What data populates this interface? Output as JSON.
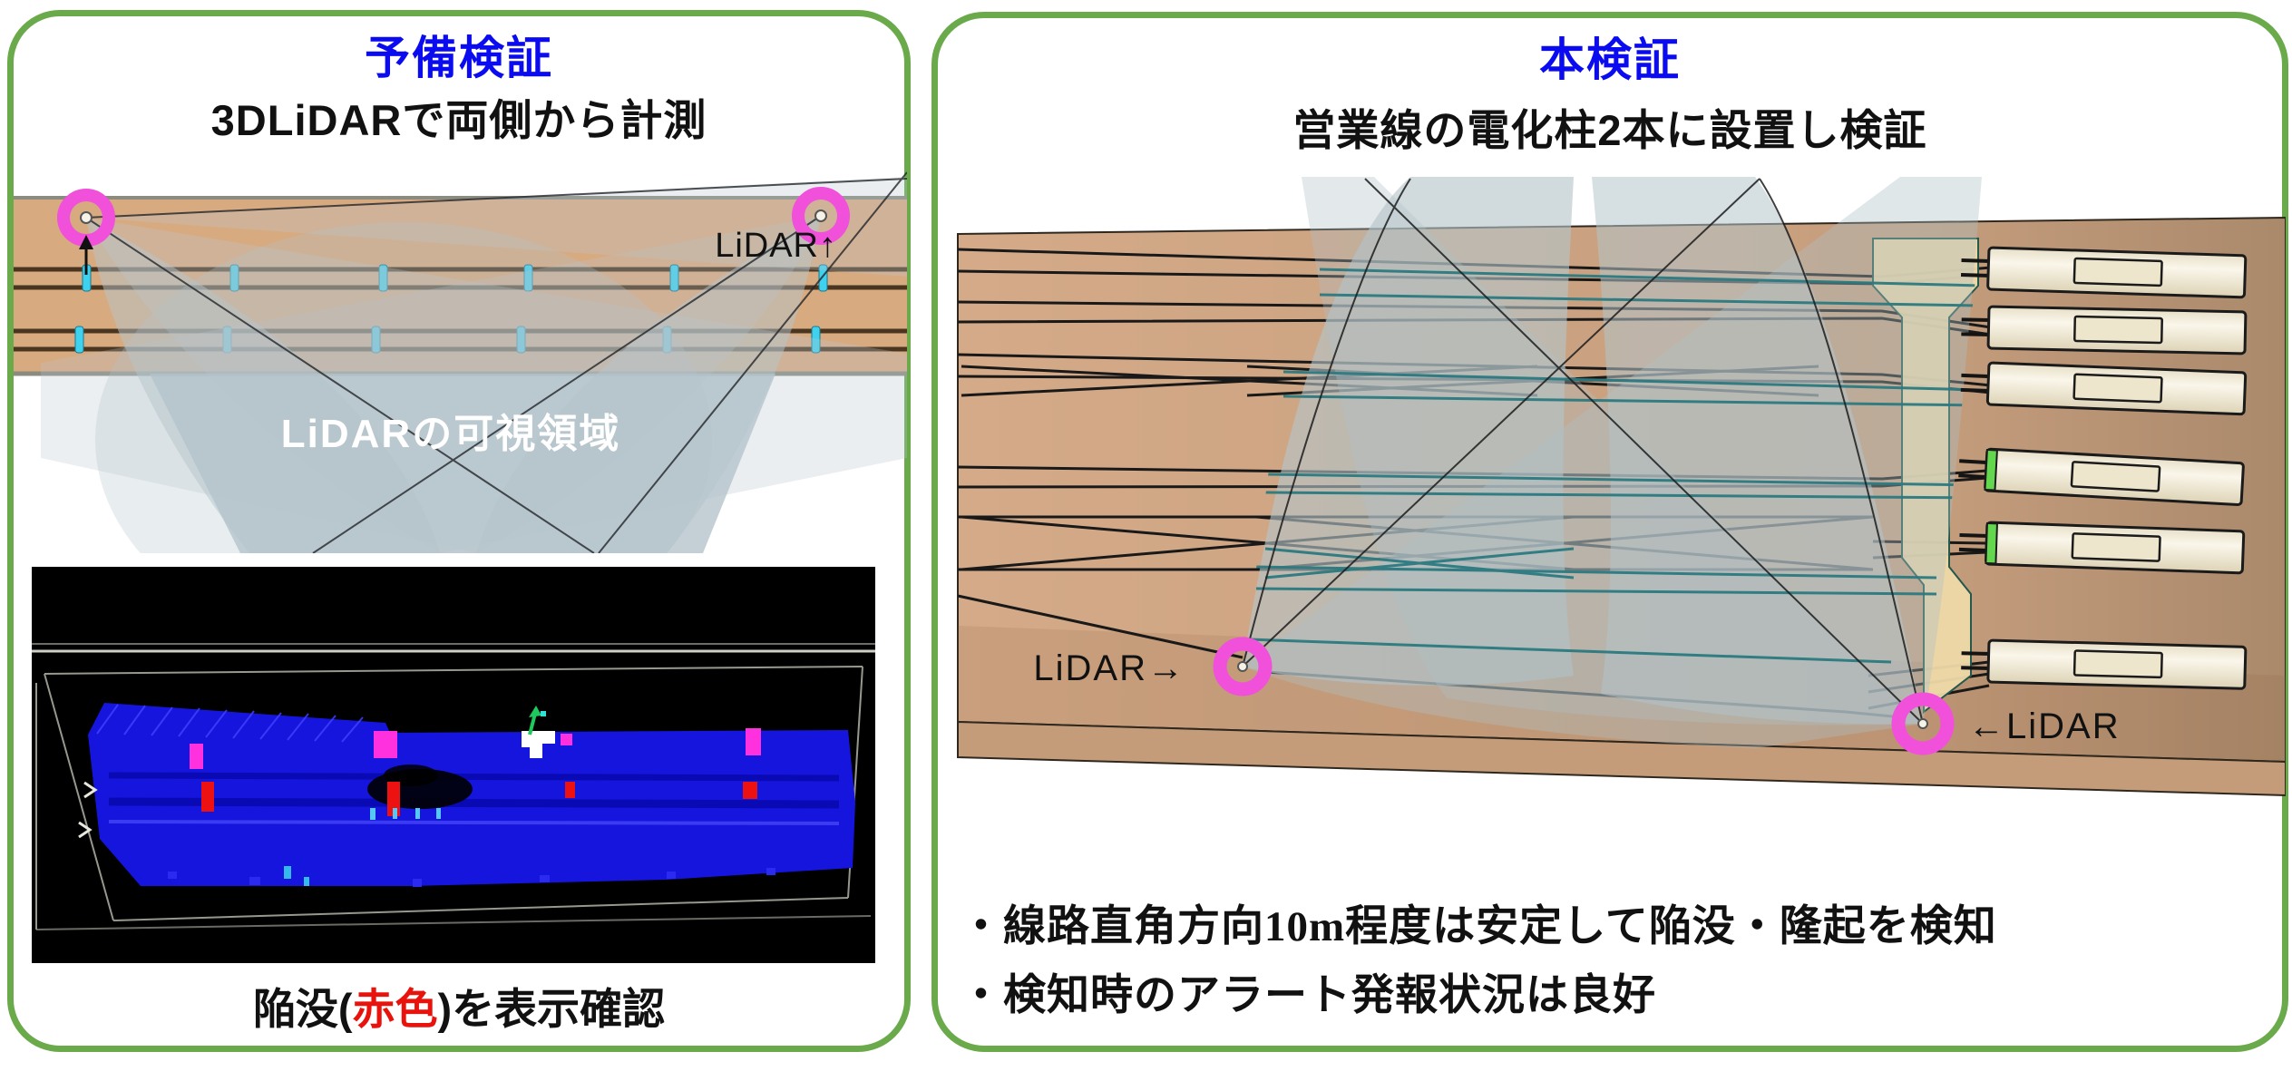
{
  "colors": {
    "panel_border_green": "#6aaa4b",
    "title_blue": "#0b0bf0",
    "text_black": "#111111",
    "caption_red": "#e8130c",
    "lidar_marker_magenta": "#f150da",
    "ground_tan": "#d6a87e",
    "cone_bluegray": "#b5c5ca",
    "tie_cyan": "#3fd2ef",
    "pointcloud_blue": "#1515dd",
    "anomaly_red": "#ee1111",
    "anomaly_magenta": "#ff30dd",
    "train_body_cream": "#f2ecdb",
    "train_cap_green": "#63d84e"
  },
  "left_panel": {
    "title": "予備検証",
    "subtitle": "3DLiDARで両側から計測",
    "render": {
      "lidar_label": "LiDAR↑",
      "visible_area_label": "LiDARの可視領域"
    },
    "caption": {
      "prefix": "陥没(",
      "highlight": "赤色",
      "suffix": ")を表示確認"
    }
  },
  "right_panel": {
    "title": "本検証",
    "subtitle": "営業線の電化柱2本に設置し検証",
    "render": {
      "lidar_left_label": "LiDAR→",
      "lidar_right_label": "←LiDAR"
    },
    "bullets": [
      {
        "prefix": "・線路直角方向",
        "measure": "10m",
        "suffix": "程度は安定して陥没・隆起を検知"
      },
      {
        "prefix": "・検知時のアラート発報状況は良好",
        "measure": "",
        "suffix": ""
      }
    ]
  }
}
